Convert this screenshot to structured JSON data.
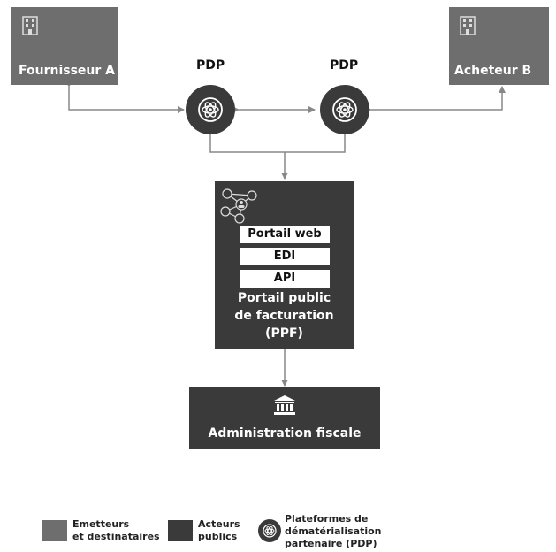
{
  "nodes": {
    "supplier": "Fournisseur A",
    "buyer": "Acheteur B",
    "pdp_left": "PDP",
    "pdp_right": "PDP"
  },
  "ppf": {
    "channels": [
      "Portail web",
      "EDI",
      "API"
    ],
    "title_line1": "Portail public",
    "title_line2": "de facturation",
    "title_line3": "(PPF)"
  },
  "admin": {
    "label": "Administration fiscale"
  },
  "legend": {
    "emitters_line1": "Emetteurs",
    "emitters_line2": "et destinataires",
    "public_line1": "Acteurs",
    "public_line2": "publics",
    "pdp_line1": "Plateformes de",
    "pdp_line2": "dématérialisation",
    "pdp_line3": "partenaire (PDP)"
  },
  "colors": {
    "emitter_box": "#6e6e6e",
    "public_box": "#3a3a3a",
    "connector": "#888888"
  },
  "icons": {
    "supplier": "building-icon",
    "buyer": "building-icon",
    "pdp": "atom-icon",
    "ppf": "network-people-icon",
    "admin": "bank-icon"
  }
}
